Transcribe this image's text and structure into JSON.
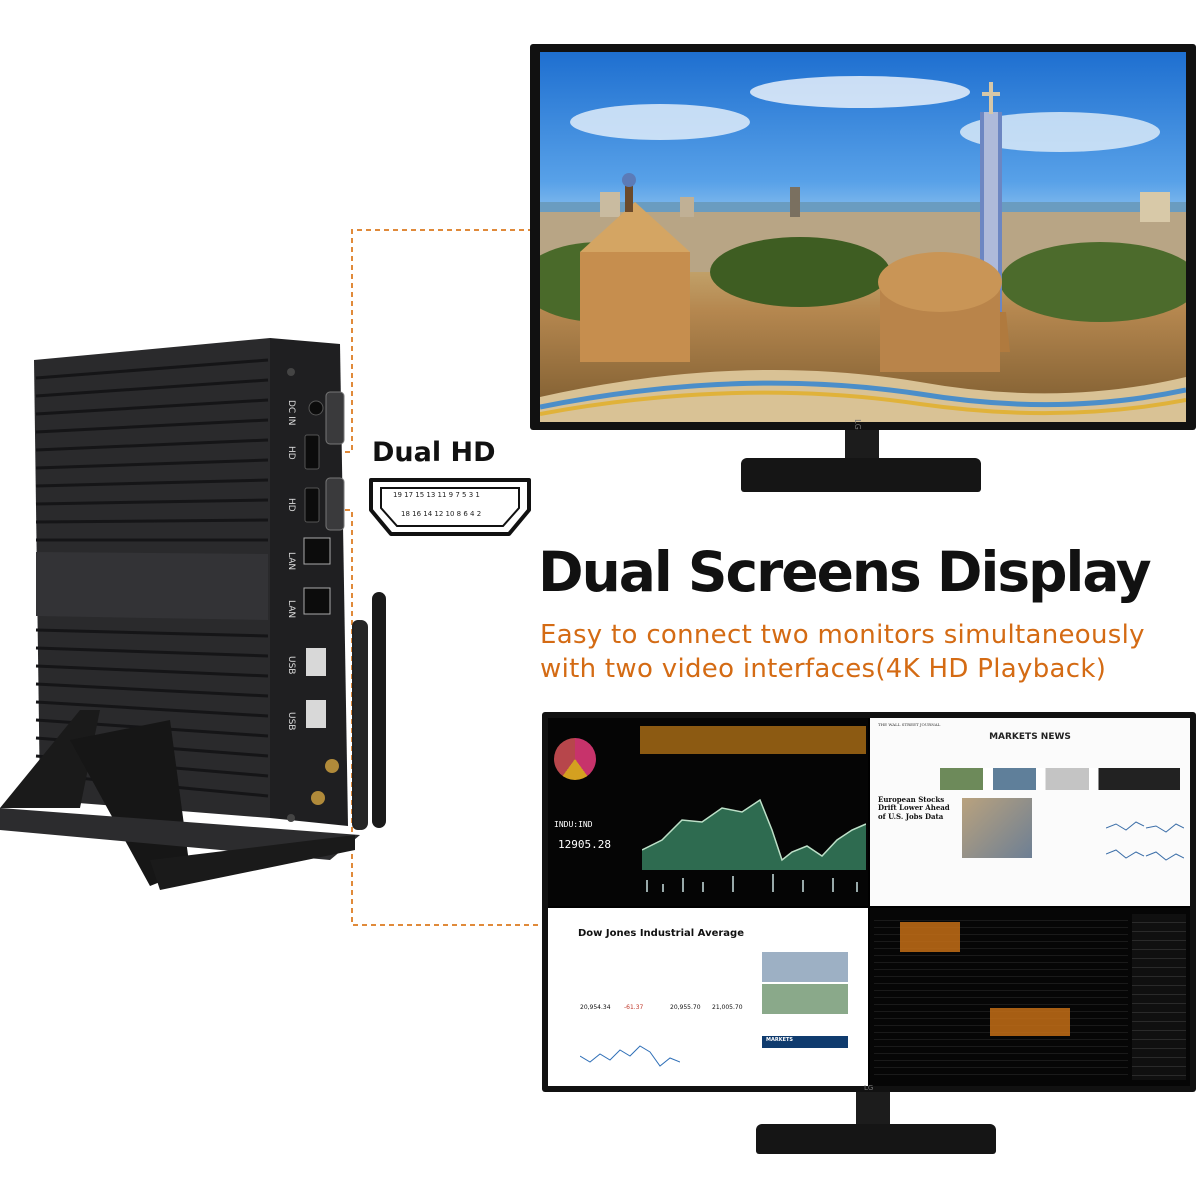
{
  "headline": "Dual Screens Display",
  "subtitle_lines": [
    "Easy to connect two monitors simultaneously",
    "with two video interfaces(4K HD Playback)"
  ],
  "connector": {
    "label": "Dual HD",
    "pins_top": "19 17 15 13 11 9 7 5 3 1",
    "pins_bottom": "18 16 14 12 10 8 6 4 2"
  },
  "mini_pc": {
    "ports": [
      "DC IN",
      "HD",
      "HD",
      "LAN",
      "LAN",
      "USB",
      "USB"
    ]
  },
  "monitor_brand": "LG",
  "bottom_screen": {
    "markets_news_title": "MARKETS NEWS",
    "wsj_masthead": "THE WALL STREET JOURNAL",
    "news_headline": "European Stocks Drift Lower Ahead of U.S. Jobs Data",
    "dow_title": "Dow Jones Industrial Average",
    "ticker": "INDU:IND",
    "index_value": "12905.28",
    "dow_values": [
      "20,954.34",
      "-61.37",
      "20,955.70",
      "21,005.70"
    ],
    "markets_label": "MARKETS"
  },
  "colors": {
    "accent_orange": "#d46b14",
    "dashed_line": "#e08a3a",
    "device_black": "#1f1f21"
  }
}
